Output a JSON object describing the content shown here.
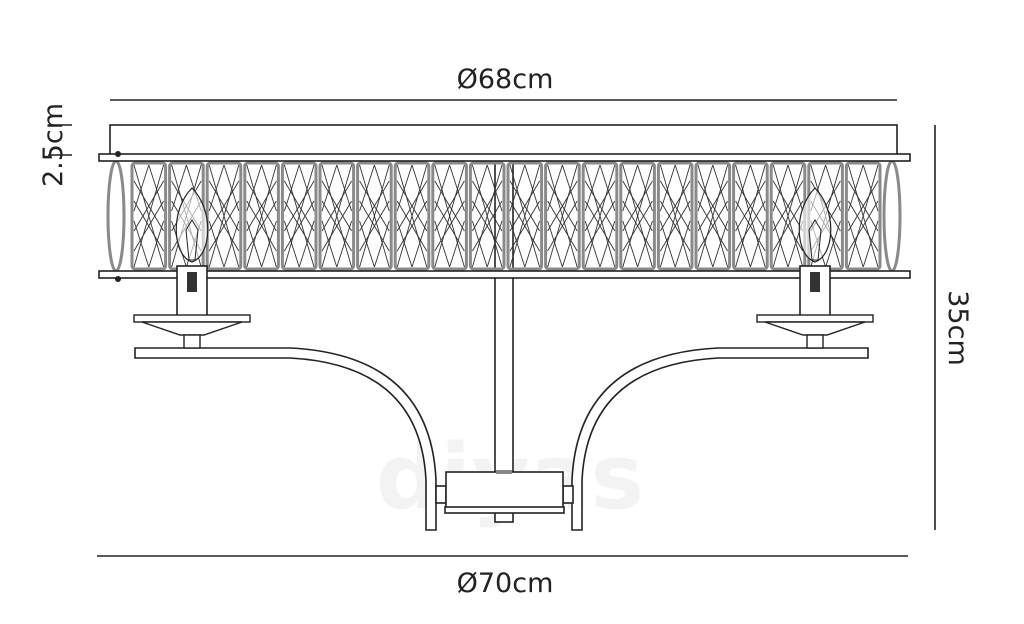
{
  "dimensions": {
    "top_diameter": "Ø68cm",
    "bottom_diameter": "Ø70cm",
    "height": "35cm",
    "plate_height": "2.5cm"
  },
  "watermark": "diyas",
  "crystal_panel_count": 20,
  "colors": {
    "line": "#222222",
    "crystal": "#8a8a8a",
    "watermark": "#f2f2f2"
  }
}
